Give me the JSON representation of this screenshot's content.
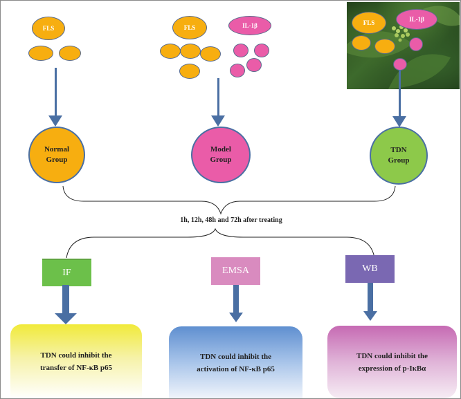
{
  "cells": {
    "fls_label": "FLS",
    "il_label": "IL-1β"
  },
  "groups": [
    {
      "line1": "Normal",
      "line2": "Group"
    },
    {
      "line1": "Model",
      "line2": "Group"
    },
    {
      "line1": "TDN",
      "line2": "Group"
    }
  ],
  "timing_note": "1h, 12h, 48h and 72h after treating",
  "methods": [
    "IF",
    "EMSA",
    "WB"
  ],
  "results": [
    {
      "line1": "TDN could inhibit  the",
      "line2": "transfer  of NF-κB p65"
    },
    {
      "line1": "TDN could inhibit  the",
      "line2": "activation of NF-κB p65"
    },
    {
      "line1": "TDN could inhibit  the",
      "line2": "expression  of p-IκBα"
    }
  ],
  "colors": {
    "fls": "#f7ae10",
    "il": "#ea5ca8",
    "normal_group": "#f7ae10",
    "model_group": "#ea5ca8",
    "tdn_group": "#8dc94a",
    "arrow": "#4a6fa3",
    "if_box": "#6cc04a",
    "emsa_box": "#d98bbf",
    "wb_box": "#7a68b2"
  }
}
